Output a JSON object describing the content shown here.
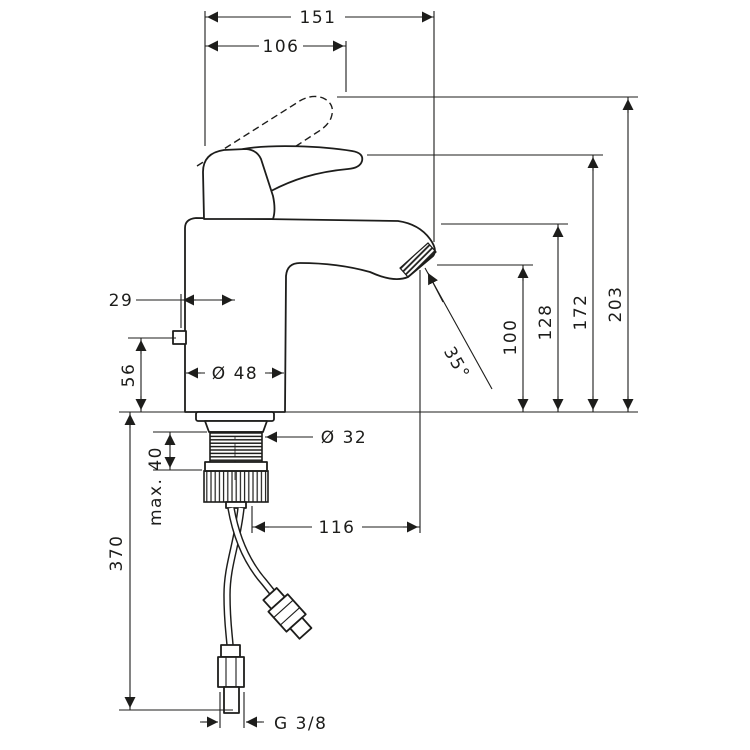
{
  "drawing": {
    "type": "technical-dimension-drawing",
    "subject": "single-lever basin mixer tap, front elevation with mounting dimensions",
    "line_color": "#1d1d1b",
    "bg_color": "#ffffff",
    "dims": {
      "total_reach": "151",
      "spout_reach": "106",
      "handle_offset": "29",
      "side_height": "56",
      "body_diameter": "Ø 48",
      "shank_diameter": "Ø 32",
      "max_mounting": "max. 40",
      "hose_length": "370",
      "outlet_offset": "116",
      "connection_thread": "G 3/8",
      "outlet_height": "100",
      "spout_top_height": "128",
      "handle_closed_height": "172",
      "handle_open_height": "203",
      "spray_angle": "35°"
    }
  }
}
